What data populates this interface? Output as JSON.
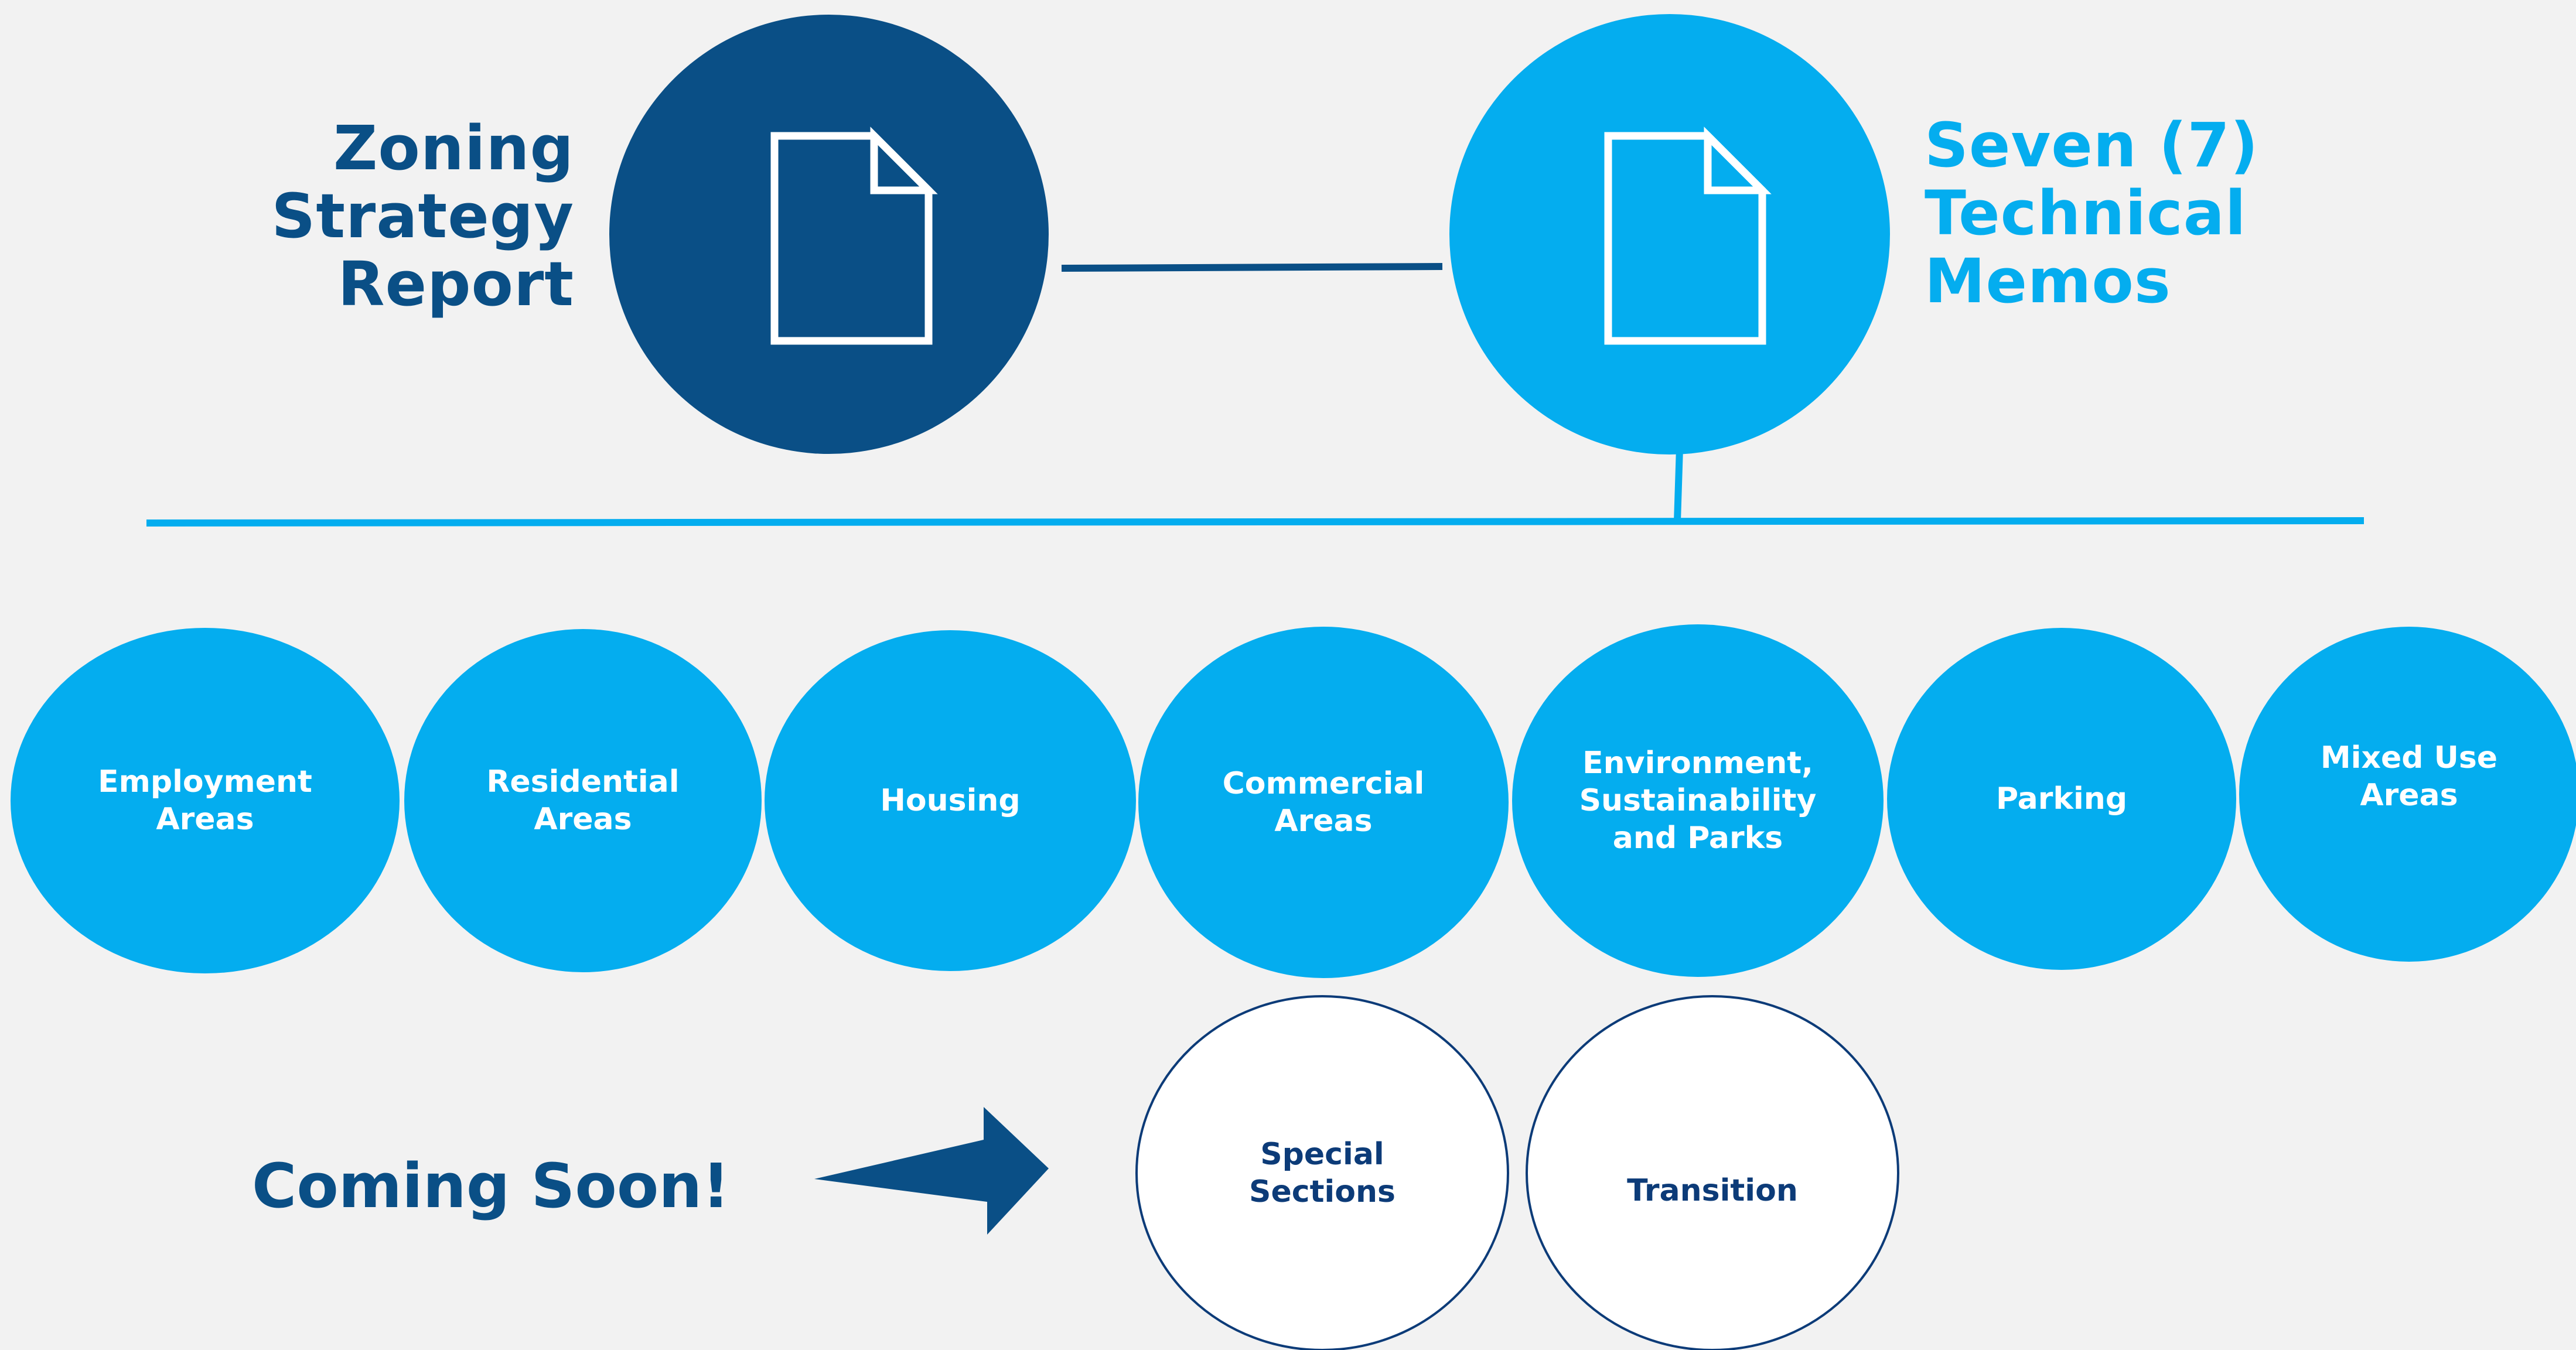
{
  "report": {
    "title": "Zoning\nStrategy\nReport",
    "icon": "document-icon",
    "color": "#0a4f86"
  },
  "memos": {
    "title": "Seven (7)\nTechnical\nMemos",
    "icon": "document-icon",
    "color": "#04adef"
  },
  "memo_topics": [
    "Employment\nAreas",
    "Residential\nAreas",
    "Housing",
    "Commercial\nAreas",
    "Environment,\nSustainability\nand Parks",
    "Parking",
    "Mixed Use\nAreas"
  ],
  "coming_soon": {
    "label": "Coming Soon!",
    "icon": "arrow-right-icon",
    "items": [
      "Special\nSections",
      "Transition"
    ]
  },
  "colors": {
    "dark_blue": "#0a4f86",
    "light_blue": "#04adef",
    "navy_text": "#0c3b78",
    "background": "#f2f2f2"
  }
}
